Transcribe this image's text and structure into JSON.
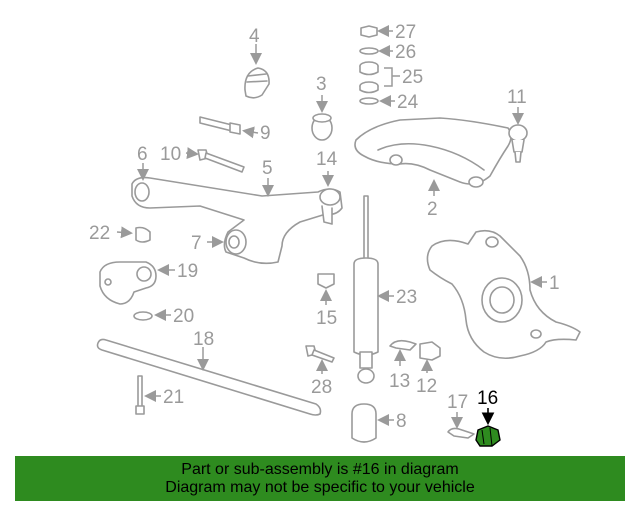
{
  "diagram": {
    "callouts": {
      "c1": "1",
      "c2": "2",
      "c4": "4",
      "c3": "3",
      "c5": "5",
      "c6": "6",
      "c7": "7",
      "c8": "8",
      "c9": "9",
      "c10": "10",
      "c11": "11",
      "c12": "12",
      "c13": "13",
      "c14": "14",
      "c15": "15",
      "c16": "16",
      "c17": "17",
      "c18": "18",
      "c19": "19",
      "c20": "20",
      "c21": "21",
      "c22": "22",
      "c23": "23",
      "c24": "24",
      "c25": "25",
      "c26": "26",
      "c27": "27",
      "c28": "28"
    },
    "highlighted_part": "16",
    "highlight_color": "#2e8b1f",
    "line_color": "#9a9a9a"
  },
  "banner": {
    "line1": "Part or sub-assembly is #16 in diagram",
    "line2": "Diagram may not be specific to your vehicle",
    "background": "#2e8b1f"
  }
}
